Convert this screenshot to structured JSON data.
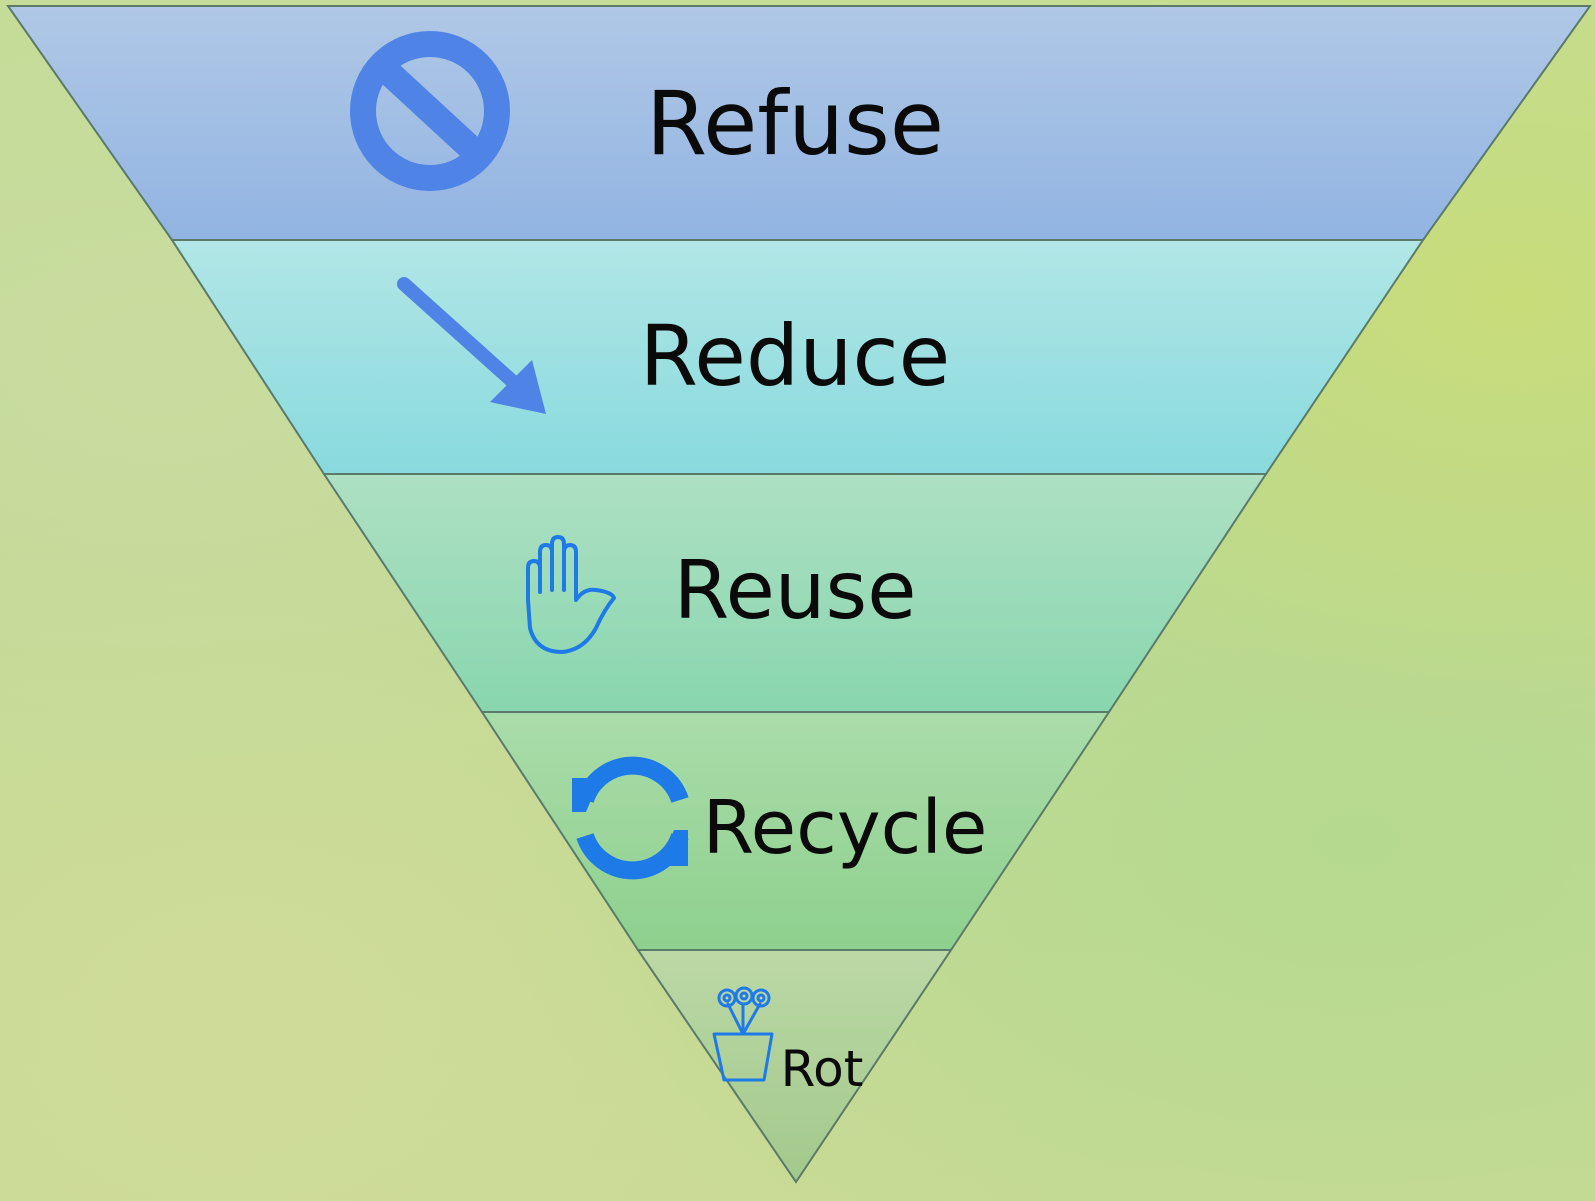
{
  "tiers": [
    {
      "label": "Refuse",
      "icon": "no-entry-icon"
    },
    {
      "label": "Reduce",
      "icon": "down-right-arrow-icon"
    },
    {
      "label": "Reuse",
      "icon": "hand-icon"
    },
    {
      "label": "Recycle",
      "icon": "recycle-icon"
    },
    {
      "label": "Rot",
      "icon": "flower-pot-icon"
    }
  ],
  "colors": {
    "icon_blue": "#1e7ae6",
    "icon_blue_soft": "#4f83e6",
    "outline": "#5a7a6a",
    "tier_refuse": [
      "#b0c8e6",
      "#92b4e2"
    ],
    "tier_reduce": [
      "#b2e6e6",
      "#88dade"
    ],
    "tier_reuse": [
      "#aee0c4",
      "#88d6ae"
    ],
    "tier_recycle": [
      "#a8dca6",
      "#8ed08e"
    ],
    "tier_rot": [
      "#b8d8a4",
      "#a6cc8e"
    ]
  }
}
